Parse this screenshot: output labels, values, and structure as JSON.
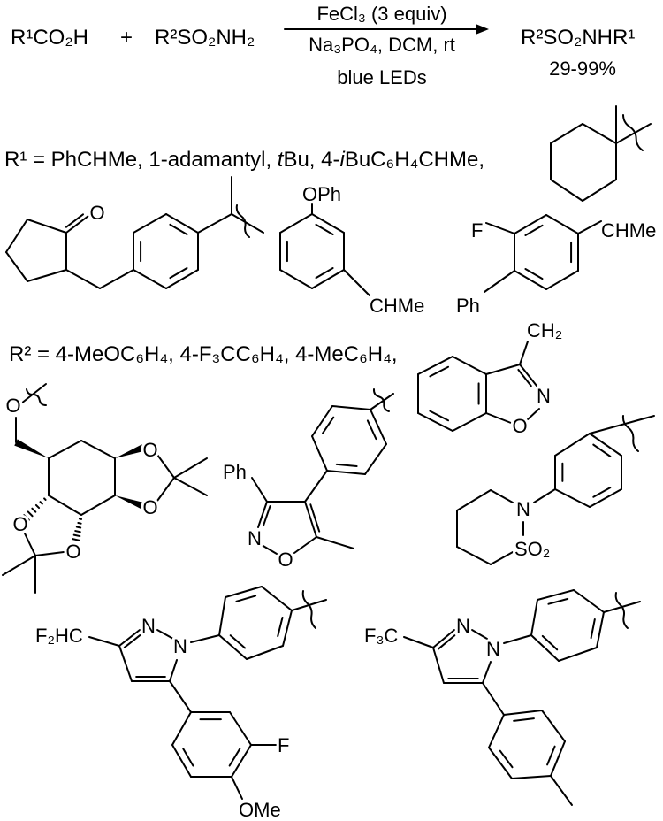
{
  "scheme": {
    "reactant1": "R¹CO₂H",
    "plus": "+",
    "reactant2": "R²SO₂NH₂",
    "reagent_above": "FeCl₃ (3 equiv)",
    "reagent_below": "Na₃PO₄, DCM, rt",
    "condition": "blue LEDs",
    "product": "R²SO₂NHR¹",
    "yield": "29-99%"
  },
  "r1_line": {
    "part1": "R¹ = PhCHMe, 1-adamantyl, ",
    "italic1": "t",
    "part2": "Bu, 4-",
    "italic2": "i",
    "part3": "BuC₆H₄CHMe,"
  },
  "r2_line": "R² = 4-MeOC₆H₄, 4-F₃CC₆H₄, 4-MeC₆H₄,",
  "atom_labels": {
    "ketone_o": "O",
    "oph": "OPh",
    "oph_chme": "CHMe",
    "biaryl_f": "F",
    "biaryl_chme": "CHMe",
    "biaryl_ph": "Ph",
    "sugar_o_link": "O",
    "sugar_o1": "O",
    "sugar_o2": "O",
    "sugar_o3": "O",
    "sugar_o4": "O",
    "isox_ph": "Ph",
    "isox_n": "N",
    "isox_o": "O",
    "benz_ch2": "CH₂",
    "benz_n": "N",
    "benz_o": "O",
    "sultam_n": "N",
    "sultam_so2": "SO₂",
    "pyr1_cf2h": "F₂HC",
    "pyr1_n2": "N",
    "pyr1_n1": "N",
    "pyr1_f": "F",
    "pyr1_ome": "OMe",
    "pyr2_cf3": "F₃C",
    "pyr2_n2": "N",
    "pyr2_n1": "N"
  }
}
